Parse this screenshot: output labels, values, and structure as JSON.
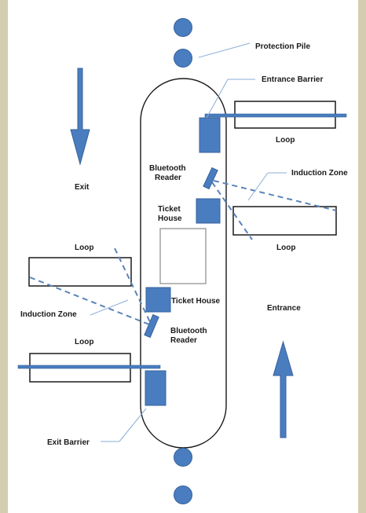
{
  "labels": {
    "protection_pile": "Protection Pile",
    "entrance_barrier": "Entrance Barrier",
    "exit_barrier": "Exit Barrier",
    "exit": "Exit",
    "entrance": "Entrance",
    "loop_top_right": "Loop",
    "loop_mid_right": "Loop",
    "loop_mid_left": "Loop",
    "loop_bottom_left": "Loop",
    "induction_zone_right": "Induction Zone",
    "induction_zone_left": "Induction Zone",
    "bluetooth_reader_top_line1": "Bluetooth",
    "bluetooth_reader_top_line2": "Reader",
    "bluetooth_reader_bottom_line1": "Bluetooth",
    "bluetooth_reader_bottom_line2": "Reader",
    "ticket_house_top_line1": "Ticket",
    "ticket_house_top_line2": "House",
    "ticket_house_bottom": "Ticket House"
  },
  "colors": {
    "border": "#d4cdb0",
    "equipment_fill": "#4a7dbf",
    "equipment_stroke": "#35629c",
    "induction_line": "#5a84b8",
    "leader_line": "#8aaed8",
    "outline": "#1a1a1a",
    "building_outline": "#8a8a8a"
  }
}
